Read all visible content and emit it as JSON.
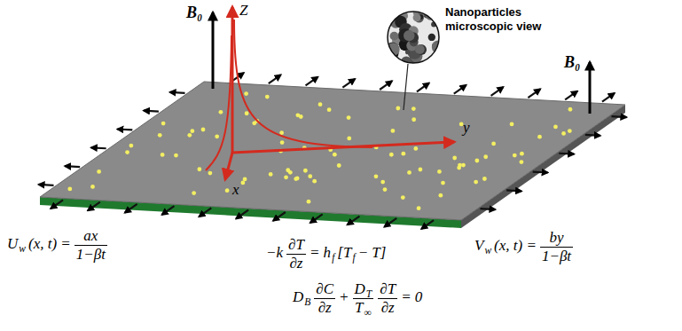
{
  "diagram": {
    "labels": [
      "B₀",
      "B₀",
      "Z",
      "y",
      "x",
      "Nanoparticles microscopic view",
      "U",
      "w",
      "(x, t) =",
      "ax",
      "1−βt",
      "V",
      "w",
      "(x, t) =",
      "by",
      "1−βt",
      "−k",
      "∂T",
      "∂z",
      "= h",
      "f",
      "[T",
      "f",
      "− T]",
      "D",
      "B",
      "∂C",
      "∂z",
      "+",
      "D",
      "T",
      "T",
      "∞",
      "∂T",
      "∂z",
      "= 0"
    ]
  }
}
